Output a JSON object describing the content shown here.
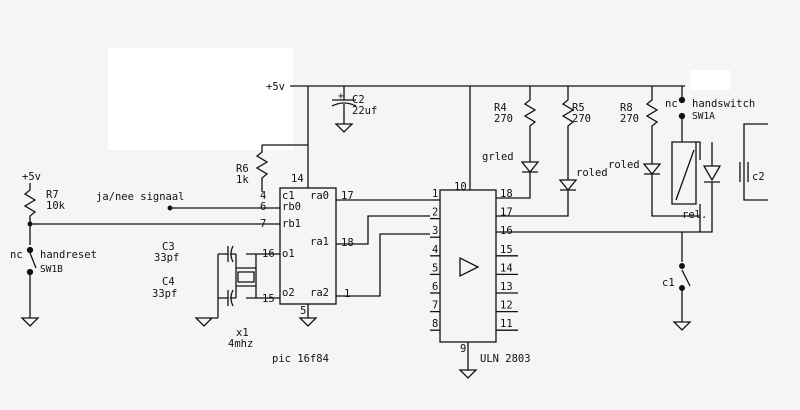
{
  "supply": {
    "main": "+5v",
    "left": "+5v"
  },
  "components": {
    "c2": {
      "name": "C2",
      "value": "22uf"
    },
    "r6": {
      "name": "R6",
      "value": "1k"
    },
    "r7": {
      "name": "R7",
      "value": "10k"
    },
    "r4": {
      "name": "R4",
      "value": "270"
    },
    "r5": {
      "name": "R5",
      "value": "270"
    },
    "r8": {
      "name": "R8",
      "value": "270"
    },
    "c3": {
      "name": "C3",
      "value": "33pf"
    },
    "c4": {
      "name": "C4",
      "value": "33pf"
    },
    "x1": {
      "name": "x1",
      "value": "4mhz"
    }
  },
  "leds": {
    "grled": "grled",
    "roled1": "roled",
    "roled2": "roled"
  },
  "signal": "ja/nee signaal",
  "handreset": {
    "nc": "nc",
    "label": "handreset",
    "id": "SW1B"
  },
  "handswitch": {
    "nc": "nc",
    "label": "handswitch",
    "id": "SW1A"
  },
  "relay": {
    "label": "rel.",
    "contact": "c1",
    "out": "c2"
  },
  "pic": {
    "label": "pic 16f84",
    "pins": {
      "p14": "14",
      "p4": "4",
      "p6": "6",
      "p7": "7",
      "p16": "16",
      "p15": "15",
      "p5": "5",
      "p17": "17",
      "p18": "18",
      "p1": "1"
    },
    "names": {
      "c1": "c1",
      "rb0": "rb0",
      "rb1": "rb1",
      "o1": "o1",
      "o2": "o2",
      "ra0": "ra0",
      "ra1": "ra1",
      "ra2": "ra2"
    }
  },
  "uln": {
    "label": "ULN 2803",
    "left_pins": [
      "1",
      "2",
      "3",
      "4",
      "5",
      "6",
      "7",
      "8"
    ],
    "right_pins": [
      "18",
      "17",
      "16",
      "15",
      "14",
      "13",
      "12",
      "11"
    ],
    "top_pin": "10",
    "bottom_pin": "9"
  }
}
